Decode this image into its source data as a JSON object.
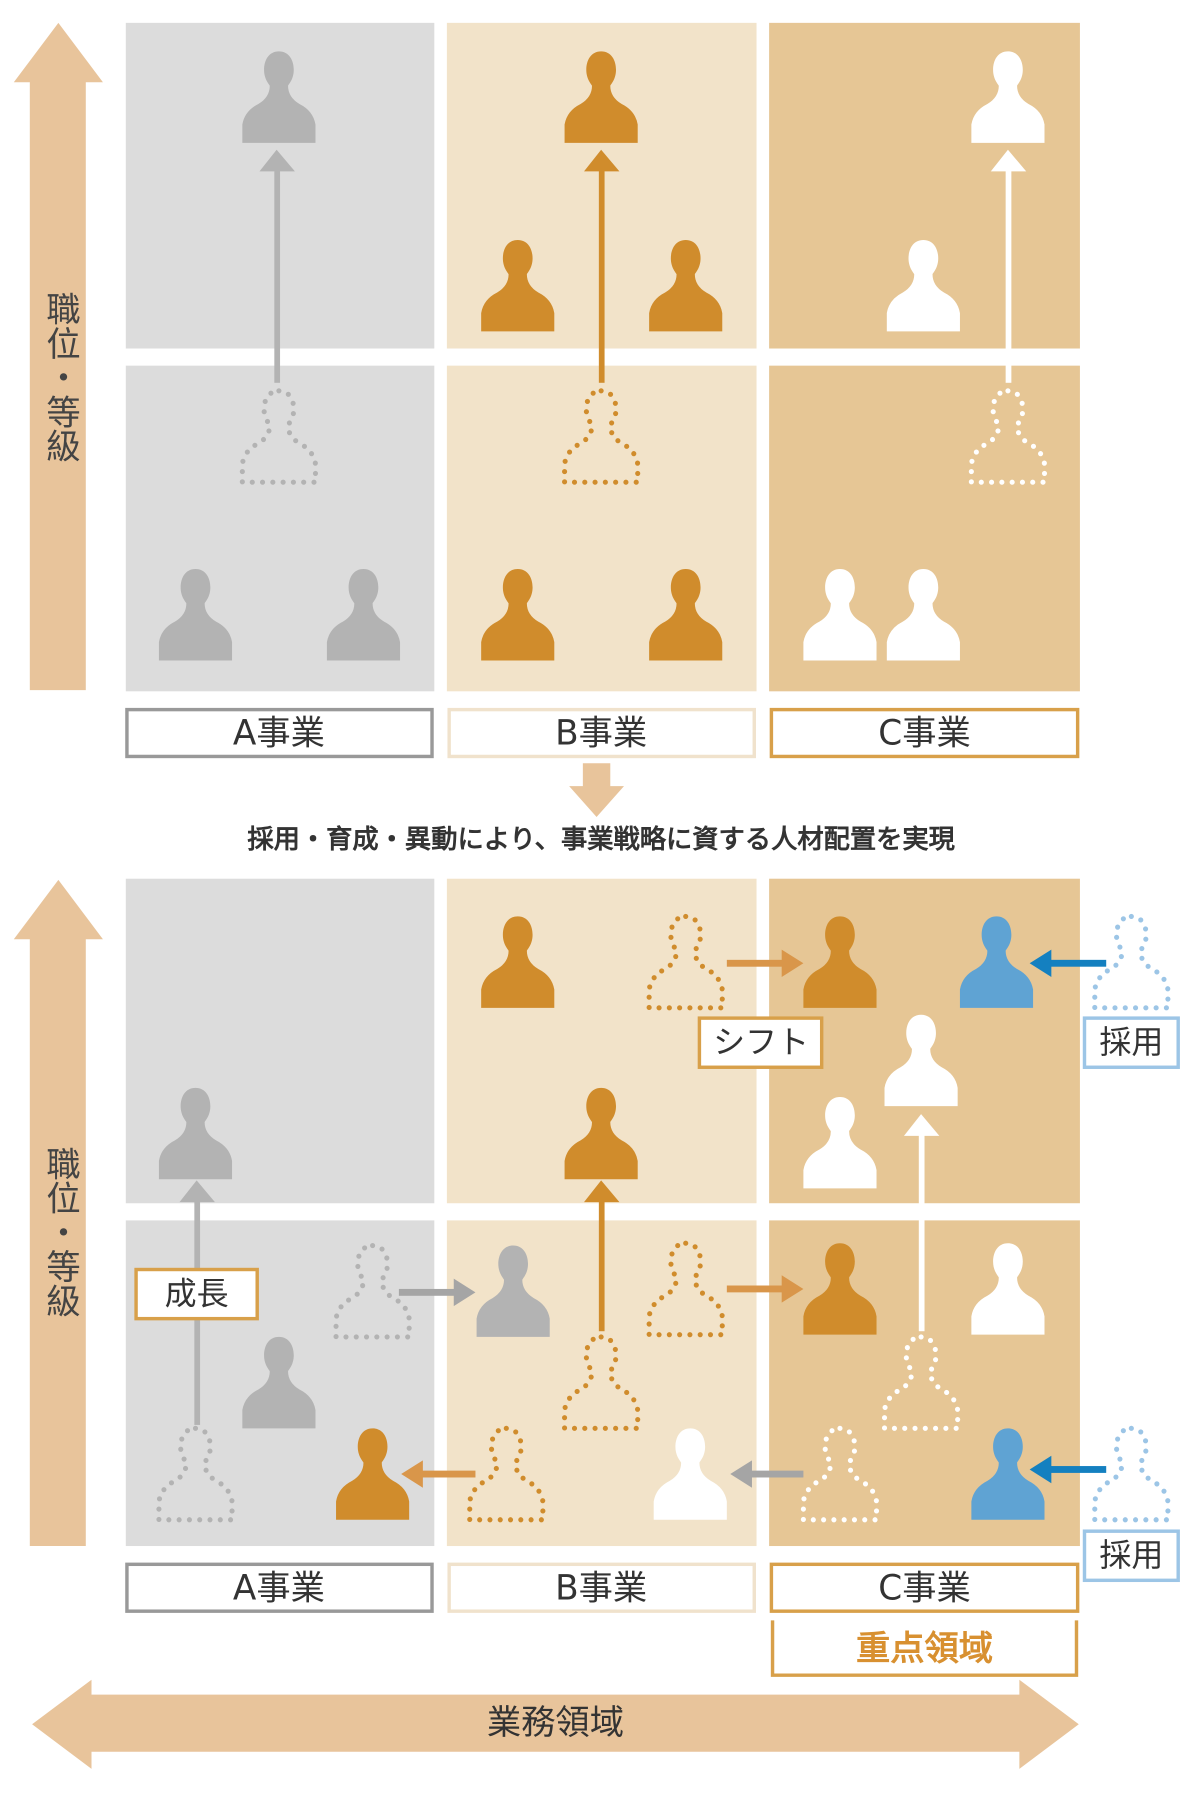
{
  "axis": {
    "vertical": "職位・等級",
    "horizontal": "業務領域"
  },
  "businesses": {
    "a": "A事業",
    "b": "B事業",
    "c": "C事業"
  },
  "caption": "採用・育成・異動により、事業戦略に資する人材配置を実現",
  "tags": {
    "growth": "成長",
    "shift": "シフト",
    "hire": "採用",
    "focus": "重点領域"
  },
  "colors": {
    "panel_a": "#dcdcdc",
    "panel_b": "#f2e3c9",
    "panel_c": "#e6c695",
    "person_a": "#b3b3b3",
    "person_b": "#d08c2c",
    "person_c": "#ffffff",
    "person_hire": "#5fa3d3",
    "arrow_hire": "#1480c0",
    "axis": "#e8c49b"
  }
}
